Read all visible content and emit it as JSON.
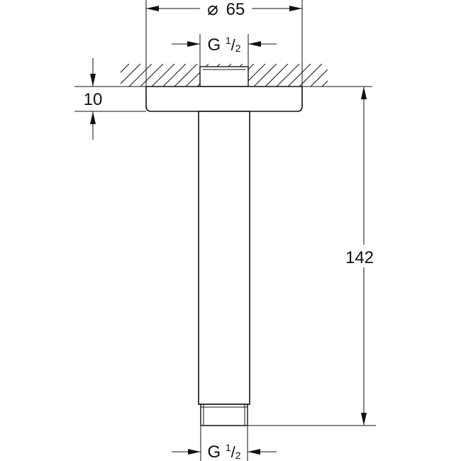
{
  "dimensions": {
    "flange_diameter": {
      "symbol": "⌀",
      "value": "65"
    },
    "top_thread": {
      "prefix": "G ",
      "numerator": "1",
      "slash": "/",
      "denominator": "2"
    },
    "bottom_thread": {
      "prefix": "G ",
      "numerator": "1",
      "slash": "/",
      "denominator": "2"
    },
    "flange_thickness": "10",
    "arm_length": "142"
  },
  "colors": {
    "line": "#111111",
    "background": "#ffffff"
  }
}
